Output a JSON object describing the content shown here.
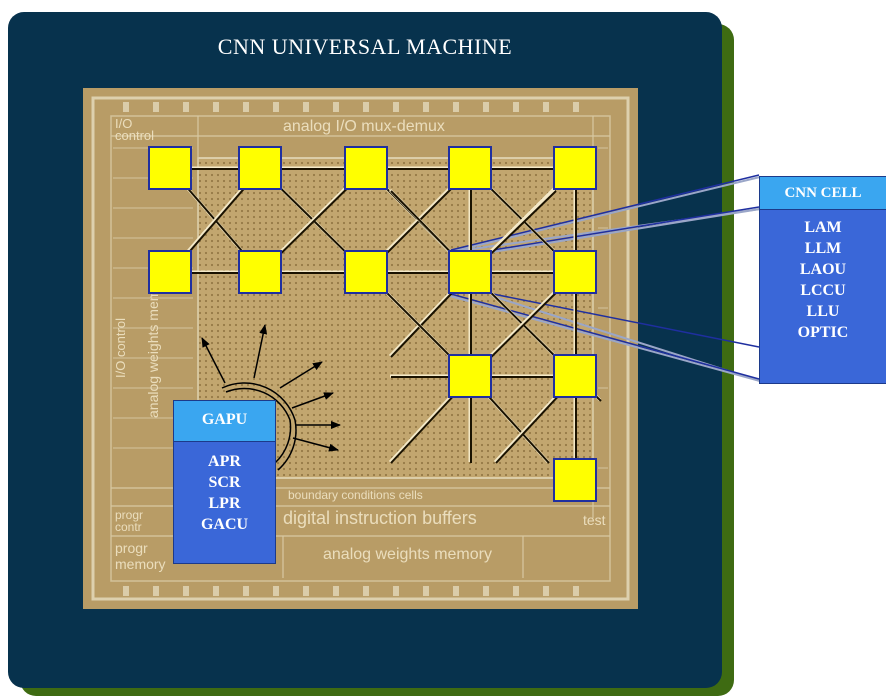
{
  "title": "CNN UNIVERSAL MACHINE",
  "chip": {
    "labels": {
      "io_control_top": "I/O",
      "io_control_top2": "control",
      "analog_io": "analog I/O mux-demux",
      "io_control_left": "I/O control",
      "analog_weights_left": "analog weights mem",
      "boundary": "boundary conditions cells",
      "digital_buffers": "digital instruction buffers",
      "test": "test",
      "program_control": "progr",
      "program_control2": "contr",
      "program_memory": "progr",
      "program_memory2": "memory",
      "analog_weights_bottom": "analog weights memory"
    }
  },
  "gapu": {
    "title": "GAPU",
    "items": [
      "APR",
      "SCR",
      "LPR",
      "GACU"
    ]
  },
  "cnn_cell": {
    "title": "CNN CELL",
    "items": [
      "LAM",
      "LLM",
      "LAOU",
      "LCCU",
      "LLU",
      "OPTIC"
    ]
  },
  "colors": {
    "panel": "#07324d",
    "panel_shadow": "#3e6b12",
    "cell_fill": "#ffff00",
    "cell_border": "#1f2fa0",
    "box_body": "#3a67d8",
    "box_head": "#3aa6f0"
  }
}
